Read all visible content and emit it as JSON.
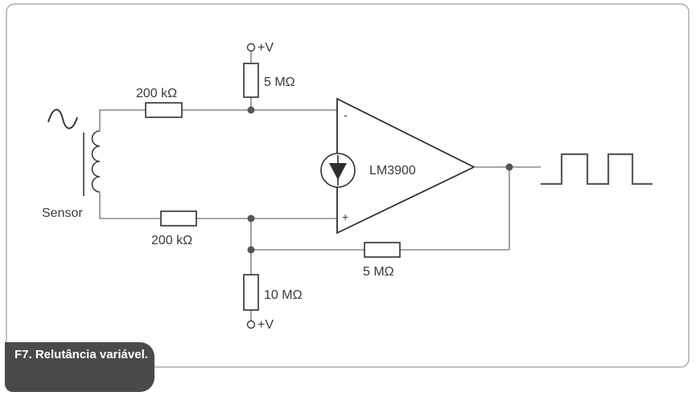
{
  "circuit": {
    "opamp_label": "LM3900",
    "sensor_label": "Sensor",
    "r_input_top": "200 kΩ",
    "r_input_bottom": "200 kΩ",
    "r_pullup_top": "5 MΩ",
    "r_feedback": "5 MΩ",
    "r_bias_bottom": "10 MΩ",
    "supply_top": "+V",
    "supply_bottom": "+V",
    "inverting_sign": "-",
    "noninverting_sign": "+"
  },
  "caption": {
    "text": "F7. Relutância variável."
  },
  "colors": {
    "wire": "#8a8a8a",
    "component": "#2f2f2f",
    "caption_bg": "#4a4a4a"
  }
}
